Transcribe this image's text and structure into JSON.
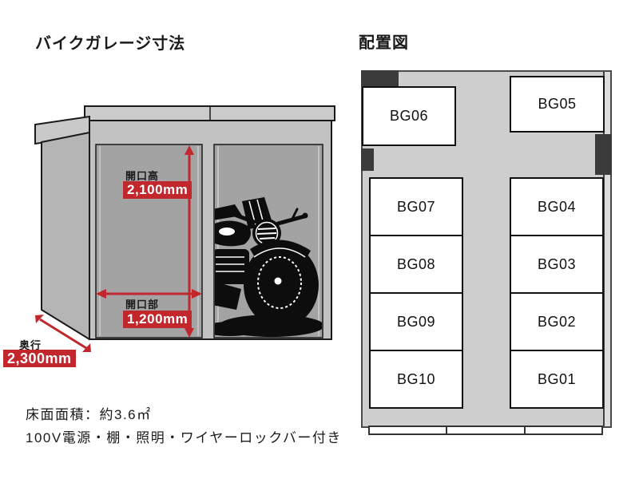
{
  "titles": {
    "left": "バイクガレージ寸法",
    "right": "配置図"
  },
  "garage": {
    "opening_height": {
      "label": "開口高",
      "value": "2,100mm"
    },
    "opening_width": {
      "label": "開口部",
      "value": "1,200mm"
    },
    "depth": {
      "label": "奥行",
      "value": "2,300mm"
    },
    "notes": {
      "area": "床面面積：約3.6㎡",
      "features": "100V電源・棚・照明・ワイヤーロックバー付き"
    }
  },
  "layout": {
    "top_left_unit": "BG06",
    "top_right_unit": "BG05",
    "left_column": [
      "BG07",
      "BG08",
      "BG09",
      "BG10"
    ],
    "right_column": [
      "BG04",
      "BG03",
      "BG02",
      "BG01"
    ]
  },
  "colors": {
    "accent_red": "#c1272d",
    "panel_gray": "#cecece",
    "dark_block": "#3b3b3b",
    "wall_gray": "#c2c2c2",
    "opening_gray": "#a3a3a3"
  }
}
